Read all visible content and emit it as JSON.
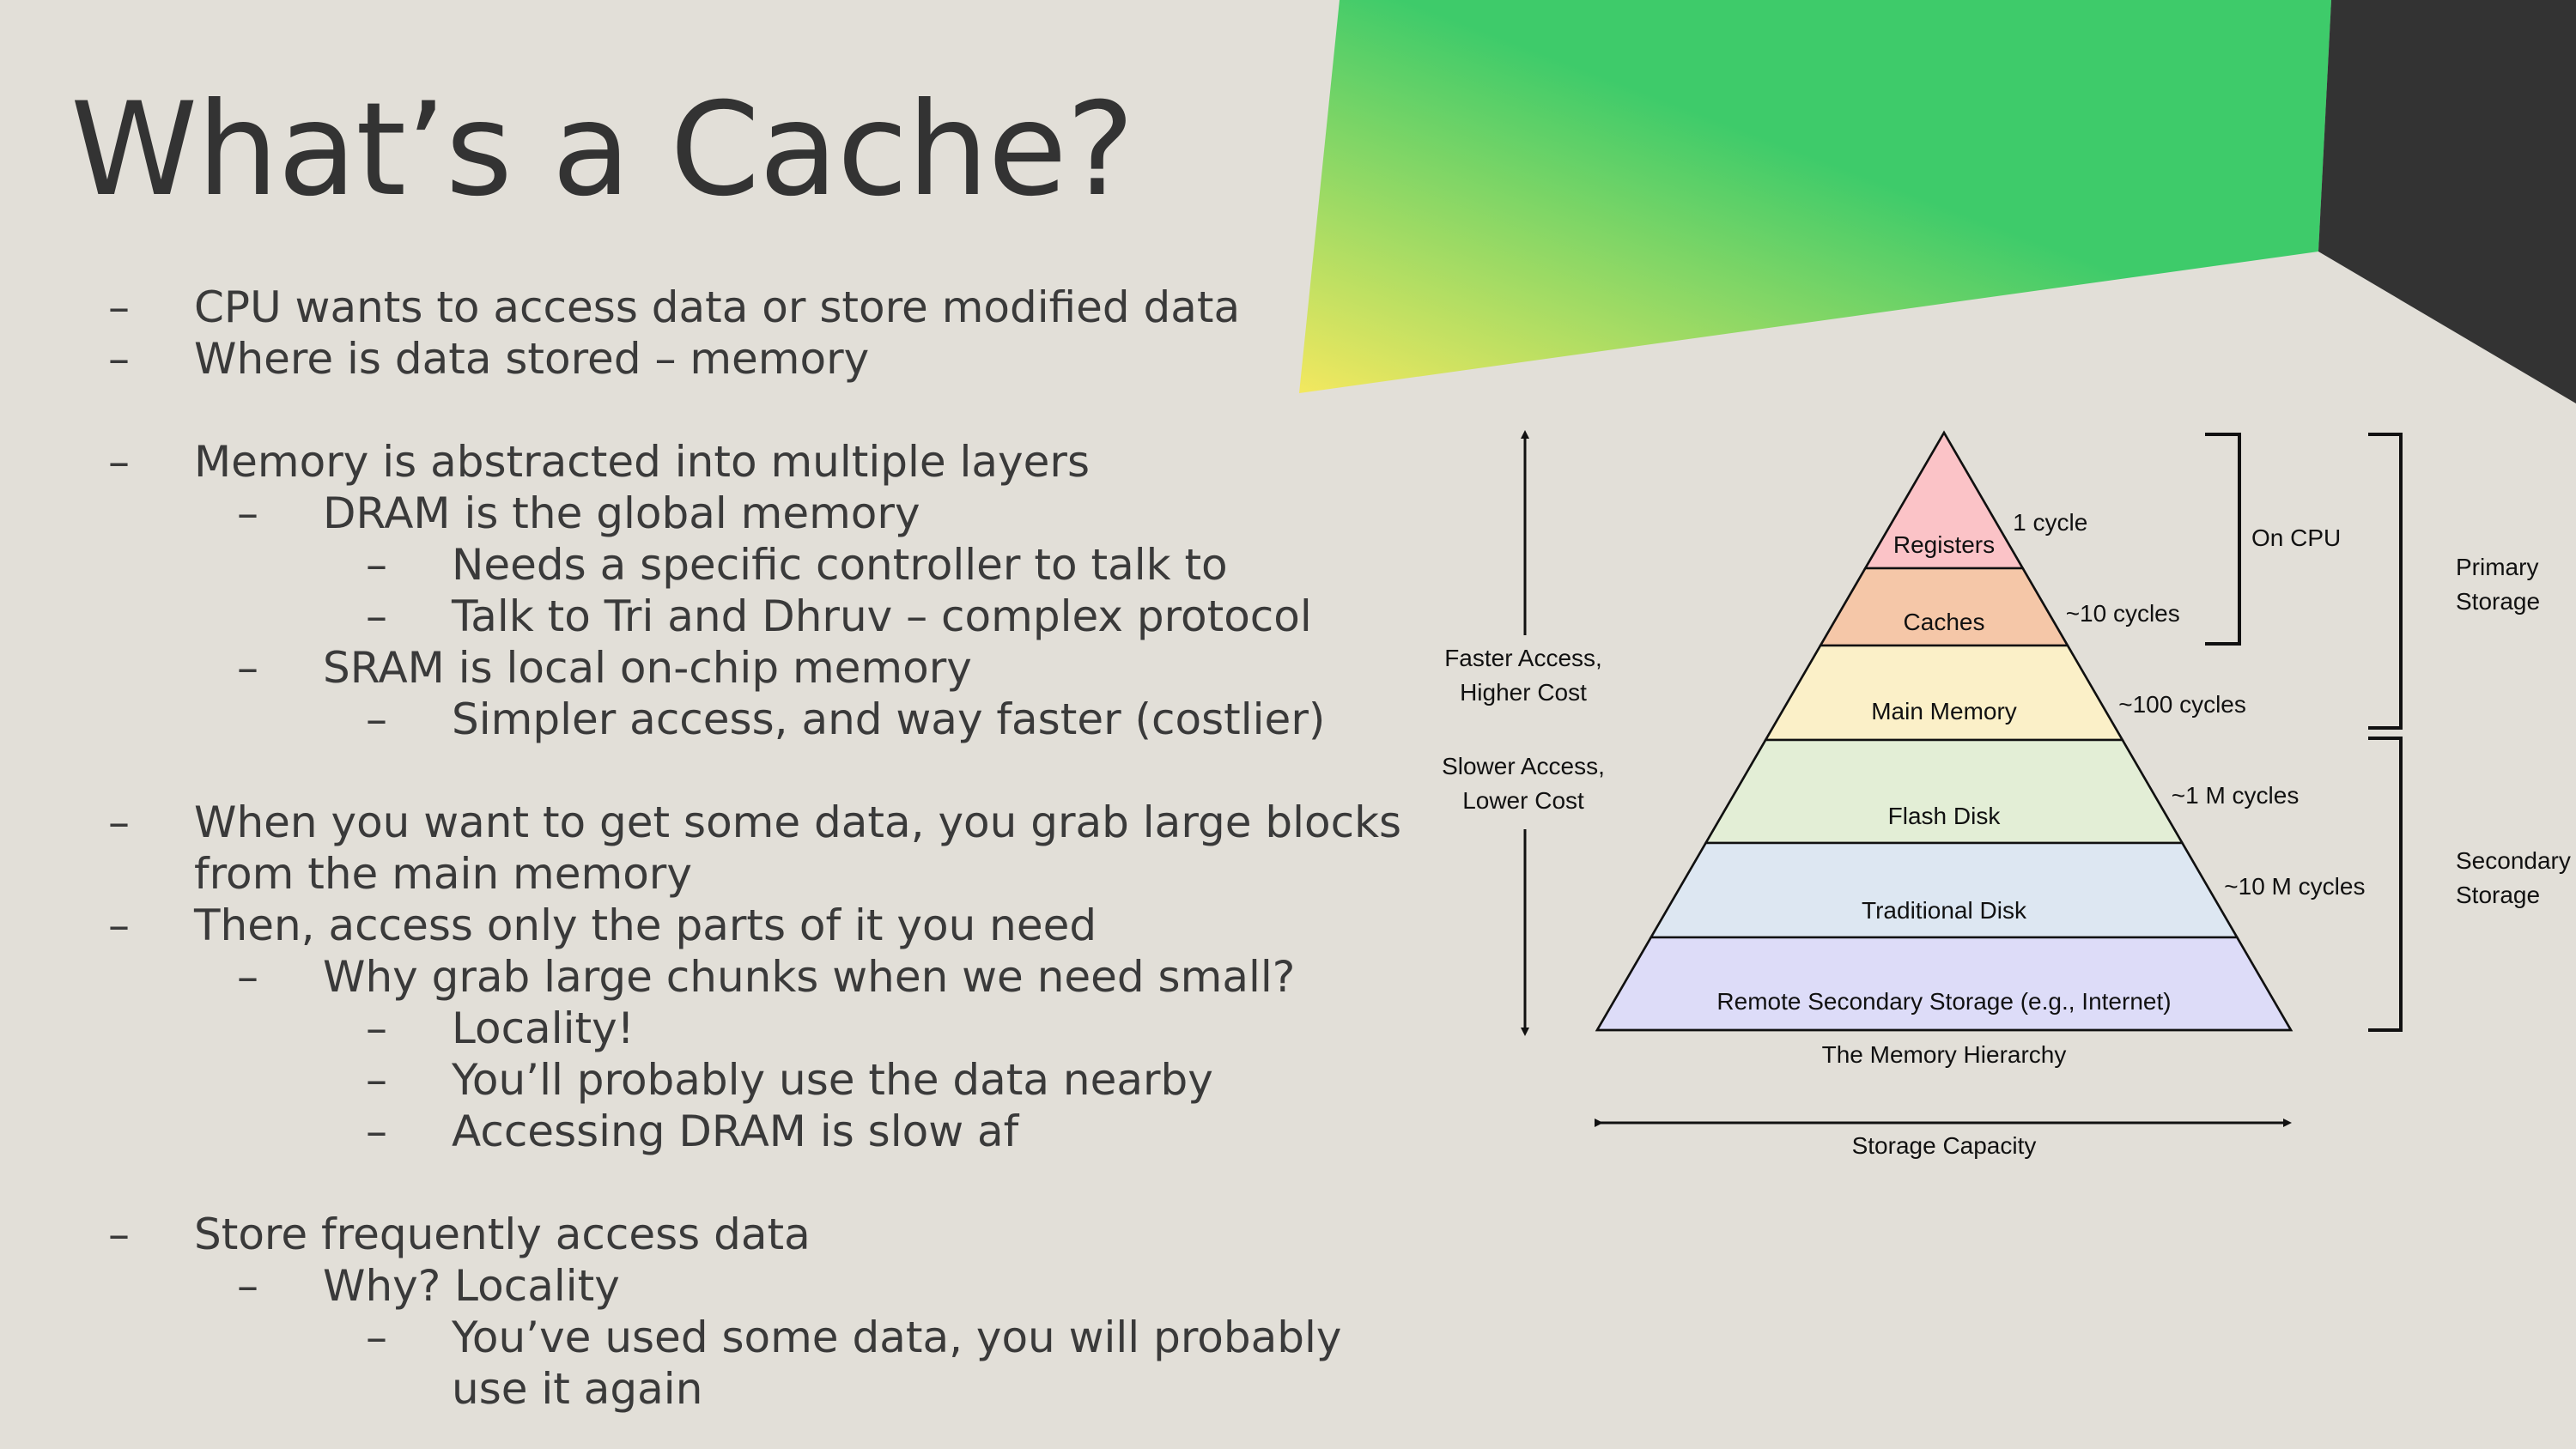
{
  "slide": {
    "title": "What’s a Cache?",
    "colors": {
      "background": "#e2dfd8",
      "gradient_start": "#f3e85f",
      "gradient_end": "#3ecb6a",
      "dark_accent": "#333333"
    }
  },
  "bullets": [
    {
      "level": 0,
      "text": "CPU wants to access data or store modified data"
    },
    {
      "level": 0,
      "text": "Where is data stored – memory"
    },
    {
      "level": 0,
      "text": "Memory is abstracted into multiple layers"
    },
    {
      "level": 1,
      "text": "DRAM is the global memory"
    },
    {
      "level": 2,
      "text": "Needs a specific controller to talk to"
    },
    {
      "level": 2,
      "text": "Talk to Tri and Dhruv – complex protocol"
    },
    {
      "level": 1,
      "text": "SRAM is local on-chip memory"
    },
    {
      "level": 2,
      "text": "Simpler access, and way faster (costlier)"
    },
    {
      "level": 0,
      "text": "When you want to get some data, you grab large blocks"
    },
    {
      "level": 0,
      "text": "from the main memory",
      "continuation": true
    },
    {
      "level": 0,
      "text": "Then, access only the parts of it you need"
    },
    {
      "level": 1,
      "text": "Why grab large chunks when we need small?"
    },
    {
      "level": 2,
      "text": "Locality!"
    },
    {
      "level": 2,
      "text": "You’ll probably use the data nearby"
    },
    {
      "level": 2,
      "text": "Accessing DRAM is slow af"
    },
    {
      "level": 0,
      "text": "Store frequently access data"
    },
    {
      "level": 1,
      "text": "Why? Locality"
    },
    {
      "level": 2,
      "text": "You’ve used some data, you will probably"
    },
    {
      "level": 2,
      "text": "use it again",
      "continuation": true
    }
  ],
  "bullet_marker": "–",
  "diagram": {
    "caption": "The Memory Hierarchy",
    "levels": [
      {
        "name": "Registers",
        "latency": "1 cycle",
        "color": "#fbc3c7"
      },
      {
        "name": "Caches",
        "latency": "~10 cycles",
        "color": "#f5c7a8"
      },
      {
        "name": "Main Memory",
        "latency": "~100 cycles",
        "color": "#fbf0c8"
      },
      {
        "name": "Flash Disk",
        "latency": "~1 M cycles",
        "color": "#e3eed6"
      },
      {
        "name": "Traditional Disk",
        "latency": "~10 M cycles",
        "color": "#dde7f2"
      },
      {
        "name": "Remote Secondary Storage (e.g., Internet)",
        "latency": "",
        "color": "#dddcf8"
      }
    ],
    "left_axis": {
      "top_label": [
        "Faster Access,",
        "Higher Cost"
      ],
      "bottom_label": [
        "Slower Access,",
        "Lower Cost"
      ]
    },
    "bottom_axis_label": "Storage Capacity",
    "brackets": {
      "on_cpu": "On CPU",
      "primary": [
        "Primary",
        "Storage"
      ],
      "secondary": [
        "Secondary",
        "Storage"
      ]
    }
  }
}
